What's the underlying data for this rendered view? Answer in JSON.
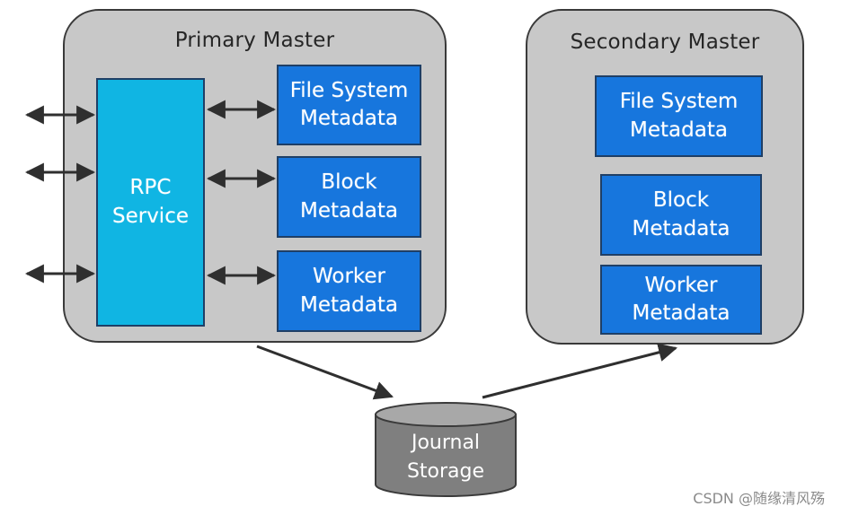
{
  "primary_master": {
    "title": "Primary Master",
    "rpc_service": [
      "RPC",
      "Service"
    ],
    "fs_metadata": [
      "File System",
      "Metadata"
    ],
    "block_metadata": [
      "Block",
      "Metadata"
    ],
    "worker_metadata": [
      "Worker",
      "Metadata"
    ]
  },
  "secondary_master": {
    "title": "Secondary Master",
    "fs_metadata": [
      "File System",
      "Metadata"
    ],
    "block_metadata": [
      "Block",
      "Metadata"
    ],
    "worker_metadata": [
      "Worker",
      "Metadata"
    ]
  },
  "journal_storage": [
    "Journal",
    "Storage"
  ],
  "watermark": "CSDN @随缘清风殇",
  "colors": {
    "panel_fill": "#c8c8c8",
    "metadata_blue": "#1776dd",
    "rpc_cyan": "#10b5e3",
    "storage_gray": "#7f7f7f"
  }
}
